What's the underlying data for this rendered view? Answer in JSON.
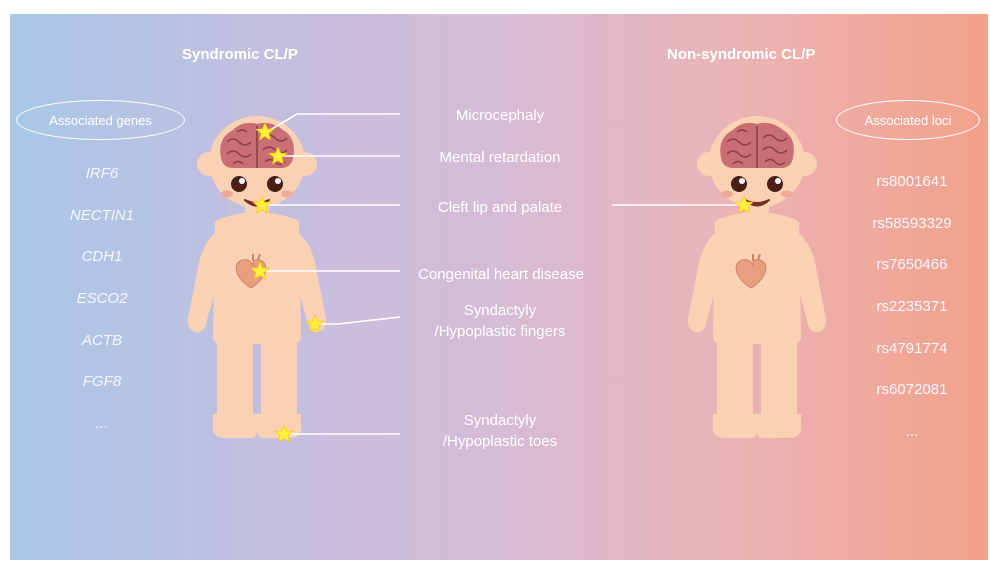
{
  "titles": {
    "left": "Syndromic CL/P",
    "right": "Non-syndromic CL/P"
  },
  "ovals": {
    "left": "Associated genes",
    "right": "Associated loci"
  },
  "genes": [
    "IRF6",
    "NECTIN1",
    "CDH1",
    "ESCO2",
    "ACTB",
    "FGF8",
    "..."
  ],
  "loci": [
    "rs8001641",
    "rs58593329",
    "rs7650466",
    "rs2235371",
    "rs4791774",
    "rs6072081",
    "..."
  ],
  "traits": {
    "microcephaly": "Microcephaly",
    "mental": "Mental retardation",
    "cleft": "Cleft lip and palate",
    "heart": "Congenital heart disease",
    "fingers_1": "Syndactyly",
    "fingers_2": "/Hypoplastic fingers",
    "toes_1": "Syndactyly",
    "toes_2": "/Hypoplastic toes"
  },
  "colors": {
    "gradient": [
      "#a9c8e6",
      "#c2bfe0",
      "#d6bcd6",
      "#ebb3b5",
      "#f2a189"
    ],
    "skin": "#fad1b2",
    "brain": "#c96f73",
    "star": "#ffee3a",
    "heart": "#e89f80"
  },
  "icons": [
    "child-figure",
    "brain-icon",
    "heart-icon",
    "star-icon"
  ]
}
